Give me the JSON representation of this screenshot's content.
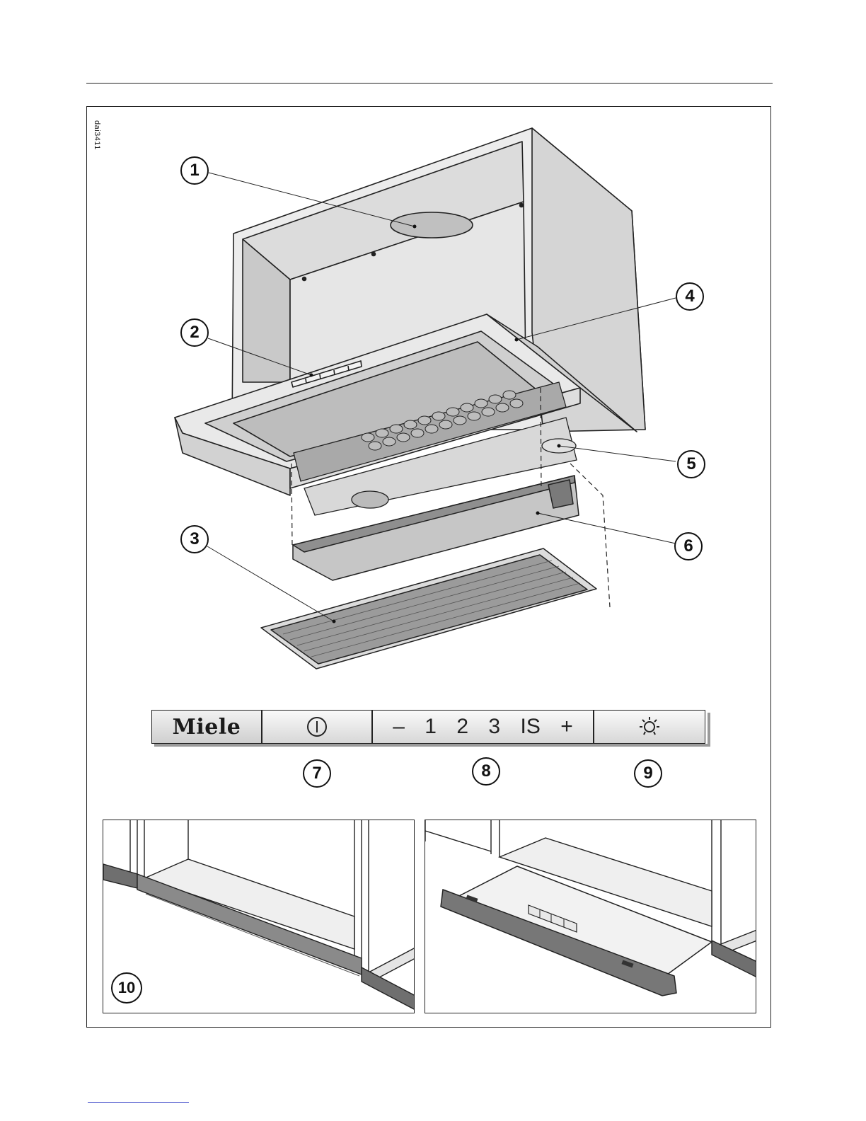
{
  "figure_code": "dai3411",
  "callouts": [
    "1",
    "2",
    "3",
    "4",
    "5",
    "6",
    "7",
    "8",
    "9",
    "10"
  ],
  "control_panel": {
    "brand": "Miele",
    "fan_labels": [
      "–",
      "1",
      "2",
      "3",
      "IS",
      "+"
    ],
    "icons": [
      "power-icon",
      "light-icon"
    ]
  }
}
